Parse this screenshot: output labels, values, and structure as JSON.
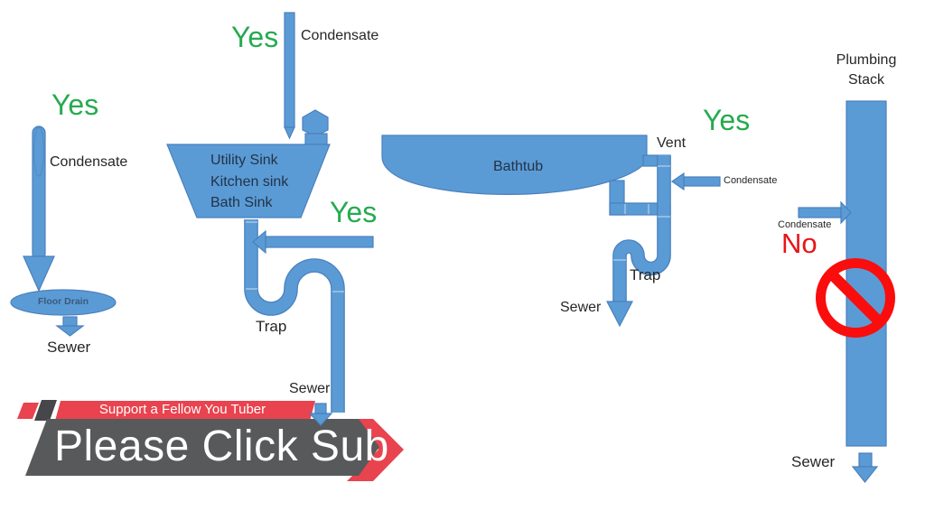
{
  "colors": {
    "pipe": "#5B9BD5",
    "pipe_edge": "#4A80BE",
    "green": "#24AB4F",
    "red": "#E91418",
    "prohibition": "#FA0D0D",
    "banner_red": "#E8434E",
    "banner_dark": "#47474B",
    "banner_gray": "#58595B",
    "text": "#262626",
    "sink_text": "#223349",
    "drain_text": "#3A5A7C"
  },
  "floor_drain_section": {
    "yes": "Yes",
    "condensate": "Condensate",
    "drain": "Floor Drain",
    "sewer": "Sewer"
  },
  "sink_section": {
    "yes_top": "Yes",
    "condensate": "Condensate",
    "lines": [
      "Utility Sink",
      "Kitchen sink",
      "Bath Sink"
    ],
    "yes_side": "Yes",
    "trap": "Trap",
    "sewer": "Sewer"
  },
  "bathtub_section": {
    "label": "Bathtub",
    "vent": "Vent",
    "yes": "Yes",
    "condensate": "Condensate",
    "trap": "Trap",
    "sewer": "Sewer"
  },
  "stack_section": {
    "title": [
      "Plumbing",
      "Stack"
    ],
    "condensate": "Condensate",
    "no": "No",
    "sewer": "Sewer"
  },
  "banner": {
    "support": "Support a Fellow You Tuber",
    "main": "Please Click Sub"
  }
}
